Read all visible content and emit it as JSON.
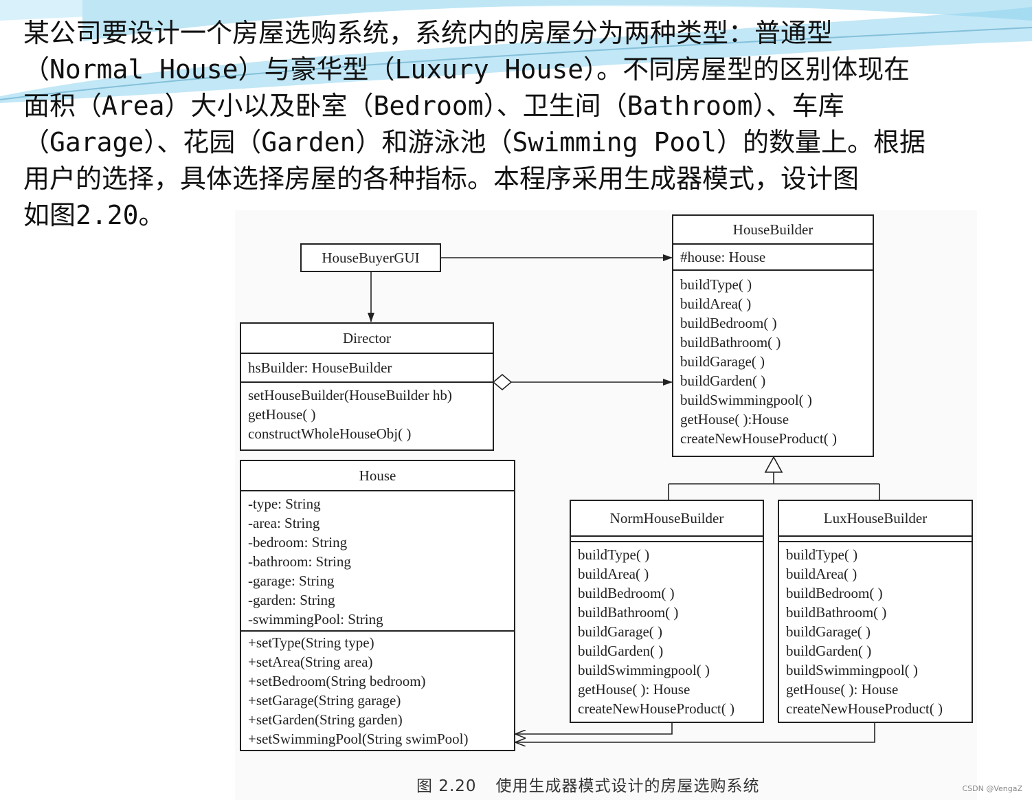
{
  "intro_lines": [
    "某公司要设计一个房屋选购系统，系统内的房屋分为两种类型：普通型",
    "（Normal House）与豪华型（Luxury House）。不同房屋型的区别体现在",
    "面积（Area）大小以及卧室（Bedroom）、卫生间（Bathroom）、车库",
    "（Garage）、花园（Garden）和游泳池（Swimming Pool）的数量上。根据",
    "用户的选择，具体选择房屋的各种指标。本程序采用生成器模式，设计图",
    "如图2.20。"
  ],
  "classes": {
    "house_buyer_gui": {
      "name": "HouseBuyerGUI"
    },
    "house_builder": {
      "name": "HouseBuilder",
      "attributes": [
        "#house: House"
      ],
      "methods": [
        "buildType( )",
        "buildArea( )",
        "buildBedroom( )",
        "buildBathroom( )",
        "buildGarage( )",
        "buildGarden( )",
        "buildSwimmingpool( )",
        "getHouse( ):House",
        "createNewHouseProduct( )"
      ]
    },
    "director": {
      "name": "Director",
      "attributes": [
        "hsBuilder: HouseBuilder"
      ],
      "methods": [
        "setHouseBuilder(HouseBuilder hb)",
        "getHouse( )",
        "constructWholeHouseObj( )"
      ]
    },
    "house": {
      "name": "House",
      "attributes": [
        "-type: String",
        "-area: String",
        "-bedroom: String",
        "-bathroom: String",
        "-garage: String",
        "-garden: String",
        "-swimmingPool: String"
      ],
      "methods": [
        "+setType(String type)",
        "+setArea(String area)",
        "+setBedroom(String bedroom)",
        "+setGarage(String garage)",
        "+setGarden(String garden)",
        "+setSwimmingPool(String swimPool)"
      ]
    },
    "norm_house_builder": {
      "name": "NormHouseBuilder",
      "methods": [
        "buildType( )",
        "buildArea( )",
        "buildBedroom( )",
        "buildBathroom( )",
        "buildGarage( )",
        "buildGarden( )",
        "buildSwimmingpool( )",
        "getHouse( ): House",
        "createNewHouseProduct( )"
      ]
    },
    "lux_house_builder": {
      "name": "LuxHouseBuilder",
      "methods": [
        "buildType( )",
        "buildArea( )",
        "buildBedroom( )",
        "buildBathroom( )",
        "buildGarage( )",
        "buildGarden( )",
        "buildSwimmingpool( )",
        "getHouse( ): House",
        "createNewHouseProduct( )"
      ]
    }
  },
  "caption": {
    "figure_no": "图 2.20",
    "title": "使用生成器模式设计的房屋选购系统"
  },
  "watermark": "CSDN @VengaZ",
  "colors": {
    "deco_blue": "#8fd3ee",
    "line": "#222222"
  }
}
